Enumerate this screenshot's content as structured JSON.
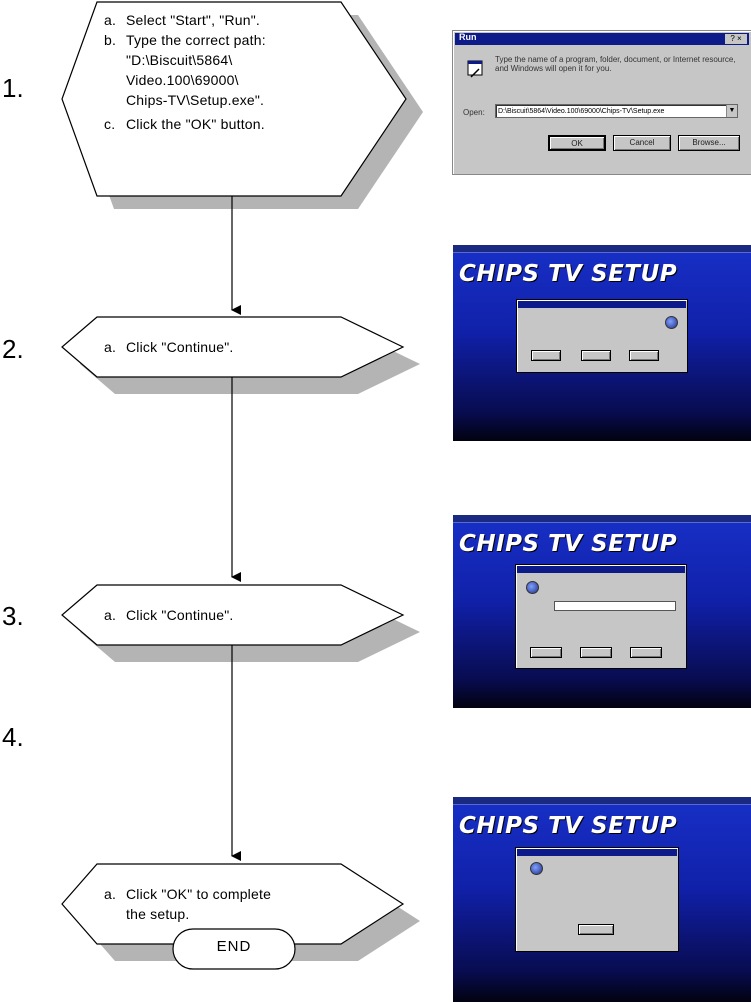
{
  "steps": [
    {
      "number": "1.",
      "lines": [
        {
          "prefix": "a.",
          "text": "Select \"Start\", \"Run\"."
        },
        {
          "prefix": "b.",
          "text": "Type the correct path:"
        },
        {
          "prefix": "",
          "text": "\"D:\\Biscuit\\5864\\"
        },
        {
          "prefix": "",
          "text": "Video.100\\69000\\"
        },
        {
          "prefix": "",
          "text": "Chips-TV\\Setup.exe\"."
        },
        {
          "prefix": "c.",
          "text": "Click the \"OK\" button."
        }
      ]
    },
    {
      "number": "2.",
      "lines": [
        {
          "prefix": "a.",
          "text": "Click \"Continue\"."
        }
      ]
    },
    {
      "number": "3.",
      "lines": [
        {
          "prefix": "a.",
          "text": "Click \"Continue\"."
        }
      ]
    },
    {
      "number": "4.",
      "lines": [
        {
          "prefix": "a.",
          "text": "Click \"OK\" to complete"
        },
        {
          "prefix": "",
          "text": "the setup."
        }
      ]
    }
  ],
  "end_label": "END",
  "run_dialog": {
    "title": "Run",
    "title_buttons": "? ×",
    "message": "Type the name of a program, folder, document, or Internet resource, and Windows will open it for you.",
    "open_label": "Open:",
    "open_value": "D:\\Biscuit\\5864\\Video.100\\69000\\Chips-TV\\Setup.exe",
    "ok_label": "OK",
    "cancel_label": "Cancel",
    "browse_label": "Browse..."
  },
  "setup_screens": {
    "logo_text": "CHIPS TV SETUP"
  },
  "colors": {
    "shadow": "#b4b4b4",
    "line": "#000000",
    "setup_blue": "#1830c8",
    "dialog_gray": "#c6c6c6"
  }
}
